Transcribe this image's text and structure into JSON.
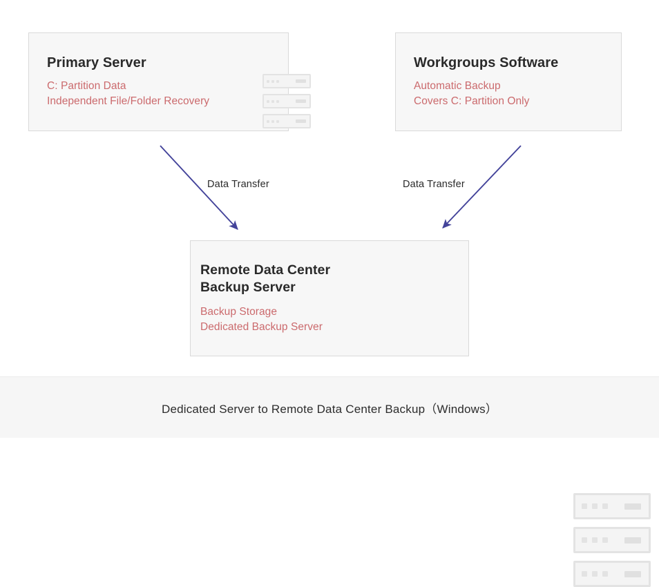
{
  "diagram": {
    "arrow_color": "#43439a",
    "accent_text_color": "#cb6a6d",
    "title_color": "#2a2a2a",
    "box_fill": "#f7f7f7",
    "box_border": "#d9d9d9",
    "icon_color": "#e3e3e3",
    "nodes": [
      {
        "id": "primary-server",
        "title": "Primary Server",
        "icon": "server-rack-icon",
        "lines": [
          "C: Partition Data",
          "Independent File/Folder Recovery"
        ]
      },
      {
        "id": "workgroups-software",
        "title": "Workgroups Software",
        "icon": "none",
        "lines": [
          "Automatic Backup",
          "Covers C: Partition Only"
        ]
      },
      {
        "id": "remote-backup-server",
        "title": "Remote Data Center\nBackup Server",
        "icon": "server-rack-icon",
        "lines": [
          "Backup Storage",
          "Dedicated Backup Server"
        ]
      }
    ],
    "edges": [
      {
        "id": "primary-to-remote",
        "label": "Data Transfer",
        "from": "primary-server",
        "to": "remote-backup-server",
        "direction": "down-right"
      },
      {
        "id": "workgroups-to-remote",
        "label": "Data Transfer",
        "from": "workgroups-software",
        "to": "remote-backup-server",
        "direction": "down-left"
      }
    ]
  },
  "caption": {
    "text": "Dedicated Server to Remote Data Center Backup（Windows）"
  }
}
